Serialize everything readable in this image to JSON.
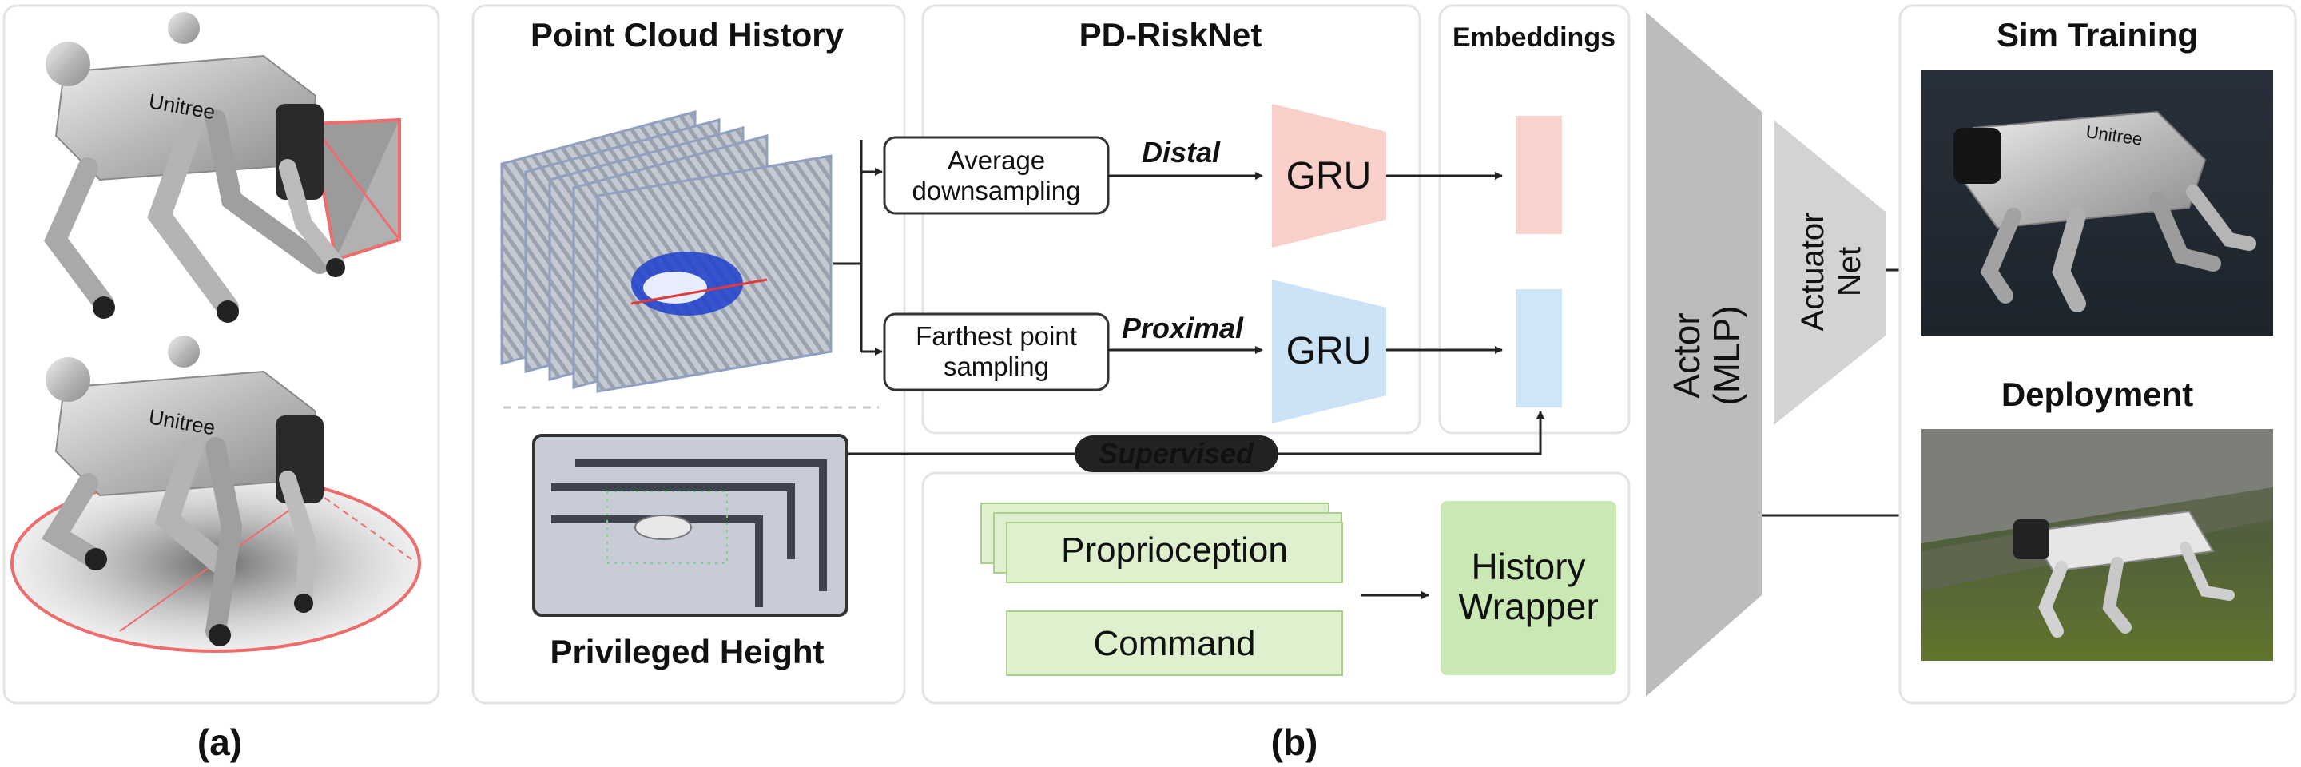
{
  "panel_a": {
    "caption": "(a)"
  },
  "panel_b": {
    "caption": "(b)"
  },
  "point_cloud": {
    "title": "Point Cloud History",
    "privileged_label": "Privileged Height"
  },
  "riskNet": {
    "title": "PD-RiskNet",
    "avg": {
      "line1": "Average",
      "line2": "downsampling"
    },
    "fps": {
      "line1": "Farthest point",
      "line2": "sampling"
    },
    "distal": "Distal",
    "proximal": "Proximal",
    "gru_top": "GRU",
    "gru_bottom": "GRU"
  },
  "embeddings": {
    "title": "Embeddings"
  },
  "supervised": "Supervised",
  "inputs": {
    "proprio": "Proprioception",
    "command": "Command",
    "history": {
      "line1": "History",
      "line2": "Wrapper"
    }
  },
  "actor": {
    "line1": "Actor",
    "line2": "(MLP)"
  },
  "actuator": {
    "line1": "Actuator",
    "line2": "Net"
  },
  "right": {
    "sim_title": "Sim Training",
    "deploy_title": "Deployment"
  },
  "robot_brand": "Unitree",
  "colors": {
    "gru_top": "#f8cfc9",
    "gru_bottom": "#cce3f6",
    "emb_top": "#f9d4cf",
    "emb_bottom": "#cfe5f8",
    "green_box": "#dff0cf",
    "history_box": "#c9e8b4",
    "actor": "#bcbcbc",
    "actuator": "#d3d3d3"
  },
  "icons": [
    "robot-dog-icon",
    "camera-frustum-icon",
    "lidar-ellipse-icon"
  ]
}
